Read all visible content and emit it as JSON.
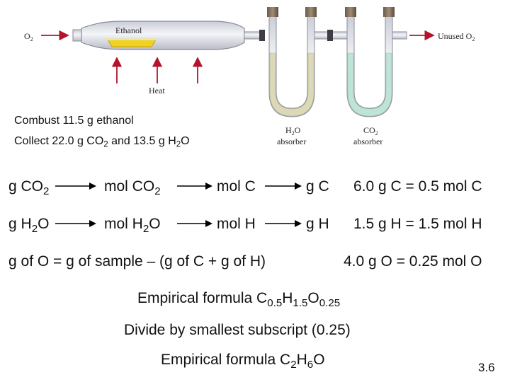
{
  "apparatus": {
    "gas_in": "O",
    "gas_in_sub": "2",
    "tube_label": "Ethanol",
    "heat_label": "Heat",
    "gas_out": "Unused O",
    "gas_out_sub": "2",
    "absorber1": {
      "formula": "H",
      "sub": "2",
      "tail": "O",
      "word": "absorber"
    },
    "absorber2": {
      "formula": "CO",
      "sub": "2",
      "word": "absorber"
    }
  },
  "setup": {
    "line1": "Combust 11.5 g ethanol",
    "line2a": "Collect 22.0 g CO",
    "line2sub1": "2",
    "line2b": " and 13.5 g H",
    "line2sub2": "2",
    "line2c": "O"
  },
  "row_c": {
    "s1": "g CO",
    "s1sub": "2",
    "s2": "mol CO",
    "s2sub": "2",
    "s3": "mol C",
    "s4": "g C",
    "result": "6.0 g C = 0.5 mol C"
  },
  "row_h": {
    "s1a": "g H",
    "s1sub": "2",
    "s1b": "O",
    "s2a": "mol H",
    "s2sub": "2",
    "s2b": "O",
    "s3": "mol H",
    "s4": "g H",
    "result": "1.5 g H = 1.5 mol H"
  },
  "oxygen": {
    "equation": "g of O = g of sample – (g of C + g of H)",
    "result": "4.0 g O = 0.25 mol O"
  },
  "empirical1": {
    "label": "Empirical formula  C",
    "c_sub": "0.5",
    "h": "H",
    "h_sub": "1.5",
    "o": "O",
    "o_sub": "0.25"
  },
  "divide": "Divide by smallest subscript (0.25)",
  "empirical2": {
    "label": "Empirical formula C",
    "c_sub": "2",
    "h": "H",
    "h_sub": "6",
    "o": "O"
  },
  "slide_number": "3.6",
  "colors": {
    "arrow_red": "#b5122b",
    "absorber_h2o": "#dcd9b8",
    "absorber_co2": "#bfe3d6"
  }
}
